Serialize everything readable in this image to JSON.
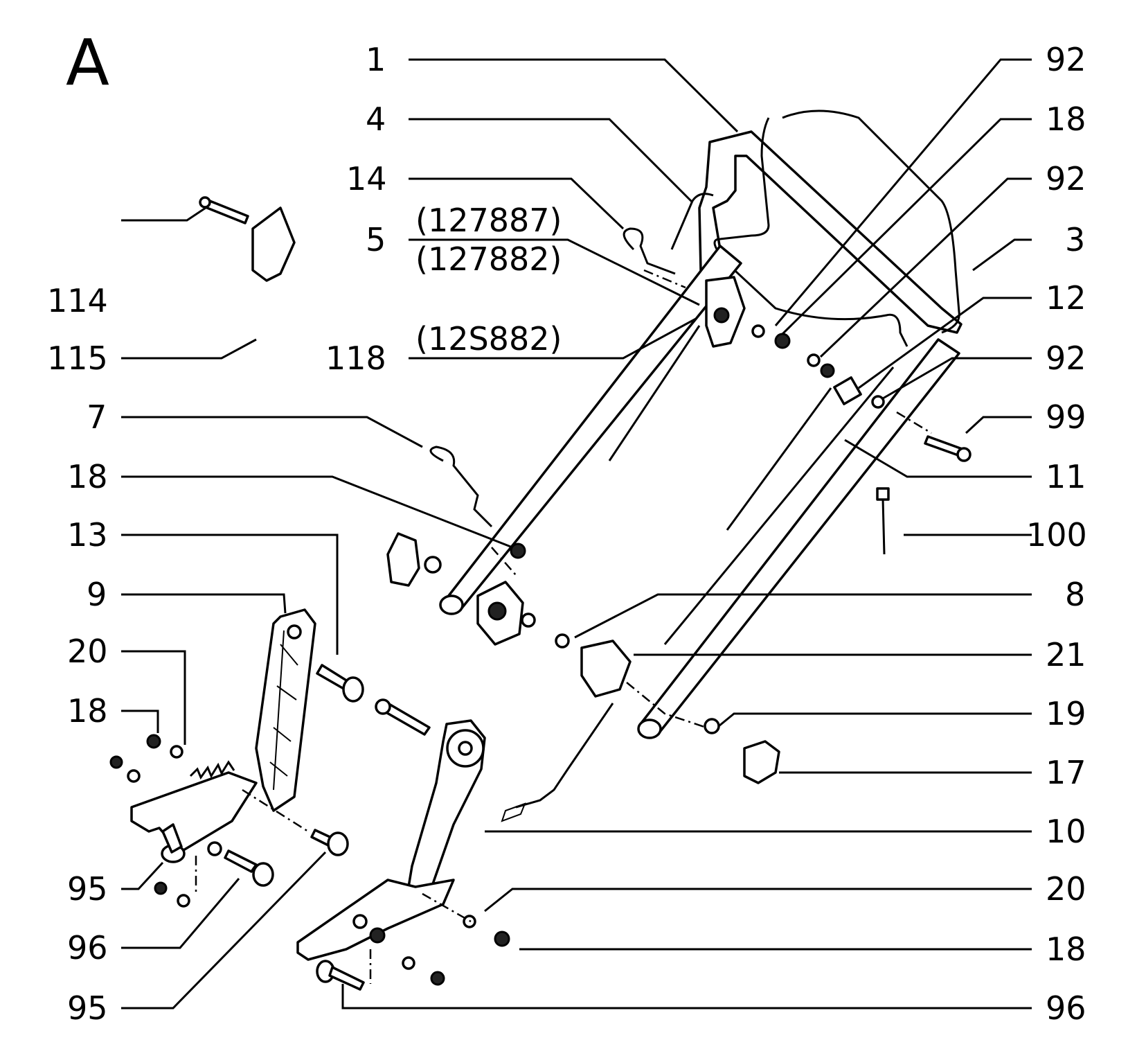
{
  "diagram_letter": "A",
  "code_labels": {
    "c1": "(127887)",
    "c2": "(127882)",
    "c3": "(12S882)"
  },
  "labels_left": {
    "l1": "1",
    "l4": "4",
    "l14": "14",
    "l5": "5",
    "l118": "118",
    "l114": "114",
    "l115": "115",
    "l7": "7",
    "l18a": "18",
    "l13": "13",
    "l9": "9",
    "l20a": "20",
    "l18b": "18",
    "l95a": "95",
    "l96a": "96",
    "l95b": "95"
  },
  "labels_right": {
    "r92a": "92",
    "r18a": "18",
    "r92b": "92",
    "r3": "3",
    "r12": "12",
    "r92c": "92",
    "r99": "99",
    "r11": "11",
    "r100": "100",
    "r8": "8",
    "r21": "21",
    "r19": "19",
    "r17": "17",
    "r10": "10",
    "r20": "20",
    "r18b": "18",
    "r96": "96"
  }
}
